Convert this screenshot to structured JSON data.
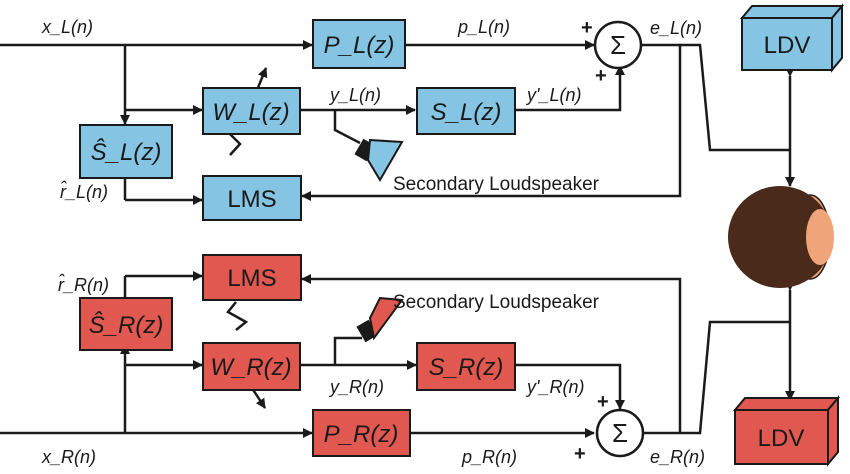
{
  "colors": {
    "left": "#86c4e4",
    "right": "#e0584f",
    "line": "#1a1a1a",
    "hair": "#4a2a1a",
    "skin": "#f0a47a"
  },
  "left": {
    "input": "x_L(n)",
    "primary": "P_L(z)",
    "primary_out": "p_L(n)",
    "error": "e_L(n)",
    "controller": "W_L(z)",
    "ctrl_out": "y_L(n)",
    "secondary": "S_L(z)",
    "sec_out": "y'_L(n)",
    "est": "Ŝ_L(z)",
    "est_out": "r̂_L(n)",
    "lms": "LMS",
    "speaker": "Secondary Loudspeaker",
    "ldv": "LDV",
    "sign_top": "+",
    "sign_bottom": "+",
    "sum": "Σ"
  },
  "right": {
    "input": "x_R(n)",
    "primary": "P_R(z)",
    "primary_out": "p_R(n)",
    "error": "e_R(n)",
    "controller": "W_R(z)",
    "ctrl_out": "y_R(n)",
    "secondary": "S_R(z)",
    "sec_out": "y'_R(n)",
    "est": "Ŝ_R(z)",
    "est_out": "r̂_R(n)",
    "lms": "LMS",
    "speaker": "Secondary Loudspeaker",
    "ldv": "LDV",
    "sign_top": "+",
    "sign_bottom": "+",
    "sum": "Σ"
  }
}
